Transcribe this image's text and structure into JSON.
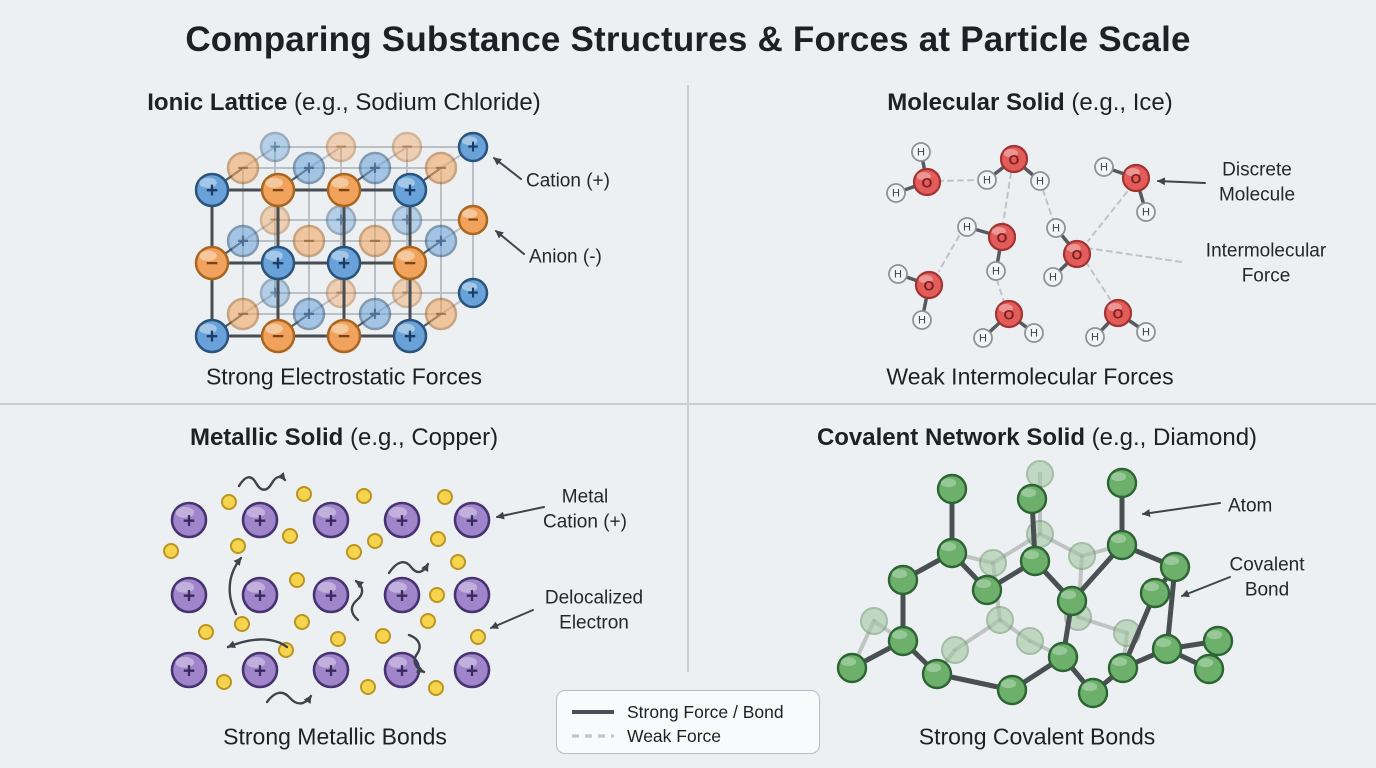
{
  "title": "Comparing Substance Structures & Forces at Particle Scale",
  "quadrants": {
    "ionic": {
      "heading_bold": "Ionic Lattice",
      "heading_rest": " (e.g., Sodium Chloride)",
      "caption": "Strong Electrostatic Forces",
      "labels": {
        "cation": "Cation (+)",
        "anion": "Anion (-)"
      },
      "symbols": {
        "cation": "+",
        "anion": "−"
      },
      "colors": {
        "cation_fill": "#68a2d8",
        "cation_stroke": "#2a537d",
        "cation_symbol": "#1c3c63",
        "anion_fill": "#f1a35e",
        "anion_stroke": "#aa661f",
        "anion_symbol": "#7c4410"
      }
    },
    "molecular": {
      "heading_bold": "Molecular Solid",
      "heading_rest": " (e.g., Ice)",
      "caption": "Weak Intermolecular Forces",
      "labels": {
        "molecule": "Discrete Molecule",
        "force": "Intermolecular Force"
      },
      "symbols": {
        "oxygen": "O",
        "hydrogen": "H"
      },
      "colors": {
        "oxygen_fill": "#e25d5a",
        "oxygen_stroke": "#a33332",
        "oxygen_symbol": "#7e1f1f",
        "hydrogen_fill": "#f3f4f5",
        "hydrogen_stroke": "#8d9399",
        "hydrogen_symbol": "#3c4247",
        "bond": "#555a5f",
        "hydrogen_bond": "#bcc3c9"
      }
    },
    "metallic": {
      "heading_bold": "Metallic Solid",
      "heading_rest": " (e.g., Copper)",
      "caption": "Strong Metallic Bonds",
      "labels": {
        "cation": "Metal Cation (+)",
        "electron": "Delocalized Electron"
      },
      "symbols": {
        "cation": "+"
      },
      "colors": {
        "cation_fill": "#a085ca",
        "cation_stroke": "#463372",
        "cation_symbol": "#392a5e",
        "electron_fill": "#f6d44e",
        "electron_stroke": "#bb951f",
        "arrow": "#3d444b"
      }
    },
    "covalent": {
      "heading_bold": "Covalent Network Solid",
      "heading_rest": " (e.g., Diamond)",
      "caption": "Strong Covalent Bonds",
      "labels": {
        "atom": "Atom",
        "bond": "Covalent Bond"
      },
      "colors": {
        "atom_fill": "#6cb06b",
        "atom_stroke": "#2c6433",
        "atom_faded_fill": "#a3c7a2",
        "atom_faded_stroke": "#729c74",
        "bond": "#494f53",
        "bond_faded": "#9aa19e"
      }
    }
  },
  "legend": {
    "strong_label": "Strong Force / Bond",
    "weak_label": "Weak Force",
    "strong_color": "#4a5055",
    "weak_color": "#c3c9cf"
  },
  "theme": {
    "background": "#edf0f2",
    "divider": "#c7ced4",
    "text": "#1d2125",
    "annotation_arrow": "#3d444b",
    "grid_front": "#474d52",
    "grid_back": "#b9c0c6"
  }
}
